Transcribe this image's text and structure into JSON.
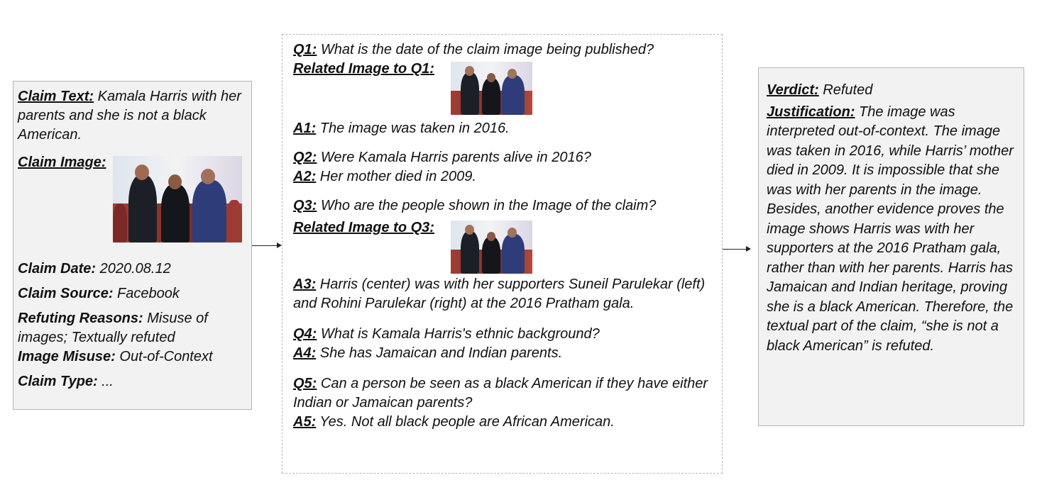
{
  "claim": {
    "text_label": "Claim Text:",
    "text_value": " Kamala Harris with her parents and she is not a black American.",
    "image_label": "Claim Image:",
    "date_label": "Claim Date:",
    "date_value": " 2020.08.12",
    "source_label": "Claim Source:",
    "source_value": " Facebook",
    "reasons_label": "Refuting Reasons:",
    "reasons_value": " Misuse of images; Textually refuted",
    "misuse_label": "Image Misuse:",
    "misuse_value": " Out-of-Context",
    "type_label": "Claim Type:",
    "type_value": " ..."
  },
  "qa": {
    "q1_label": "Q1:",
    "q1_text": " What is the date of the claim image being published?",
    "related1_label": "Related Image to Q1:",
    "a1_label": "A1:",
    "a1_text": " The image was taken in 2016.",
    "q2_label": "Q2:",
    "q2_text": " Were Kamala Harris parents alive in 2016?",
    "a2_label": "A2:",
    "a2_text": " Her mother died in 2009.",
    "q3_label": "Q3:",
    "q3_text": " Who are the people shown in the Image of the claim?",
    "related3_label": "Related Image to Q3:",
    "a3_label": "A3:",
    "a3_text": " Harris (center) was with her supporters Suneil Parulekar (left) and Rohini Parulekar (right) at the 2016 Pratham gala.",
    "q4_label": "Q4:",
    "q4_text": " What is Kamala Harris's ethnic background?",
    "a4_label": "A4:",
    "a4_text": " She has Jamaican and Indian parents.",
    "q5_label": "Q5:",
    "q5_text": " Can a person be seen as a black American if they have either Indian or Jamaican parents?",
    "a5_label": "A5:",
    "a5_text": " Yes. Not all black people are African American."
  },
  "verdict": {
    "verdict_label": "Verdict:",
    "verdict_value": " Refuted",
    "justification_label": "Justification:",
    "justification_text": " The image was interpreted out-of-context. The image was taken in 2016, while Harris’ mother died in 2009. It is impossible that she was with her parents in the image. Besides, another evidence proves the image shows Harris was with her supporters at the 2016 Pratham gala, rather than with her parents. Harris has Jamaican and Indian heritage, proving she is a black American. Therefore, the textual part of the claim, “she is not a black American” is refuted."
  },
  "colors": {
    "panel_fill": "#f2f2f2",
    "panel_border": "#b4b4b4",
    "dashed_border": "#b8b8b8",
    "text": "#111111"
  }
}
